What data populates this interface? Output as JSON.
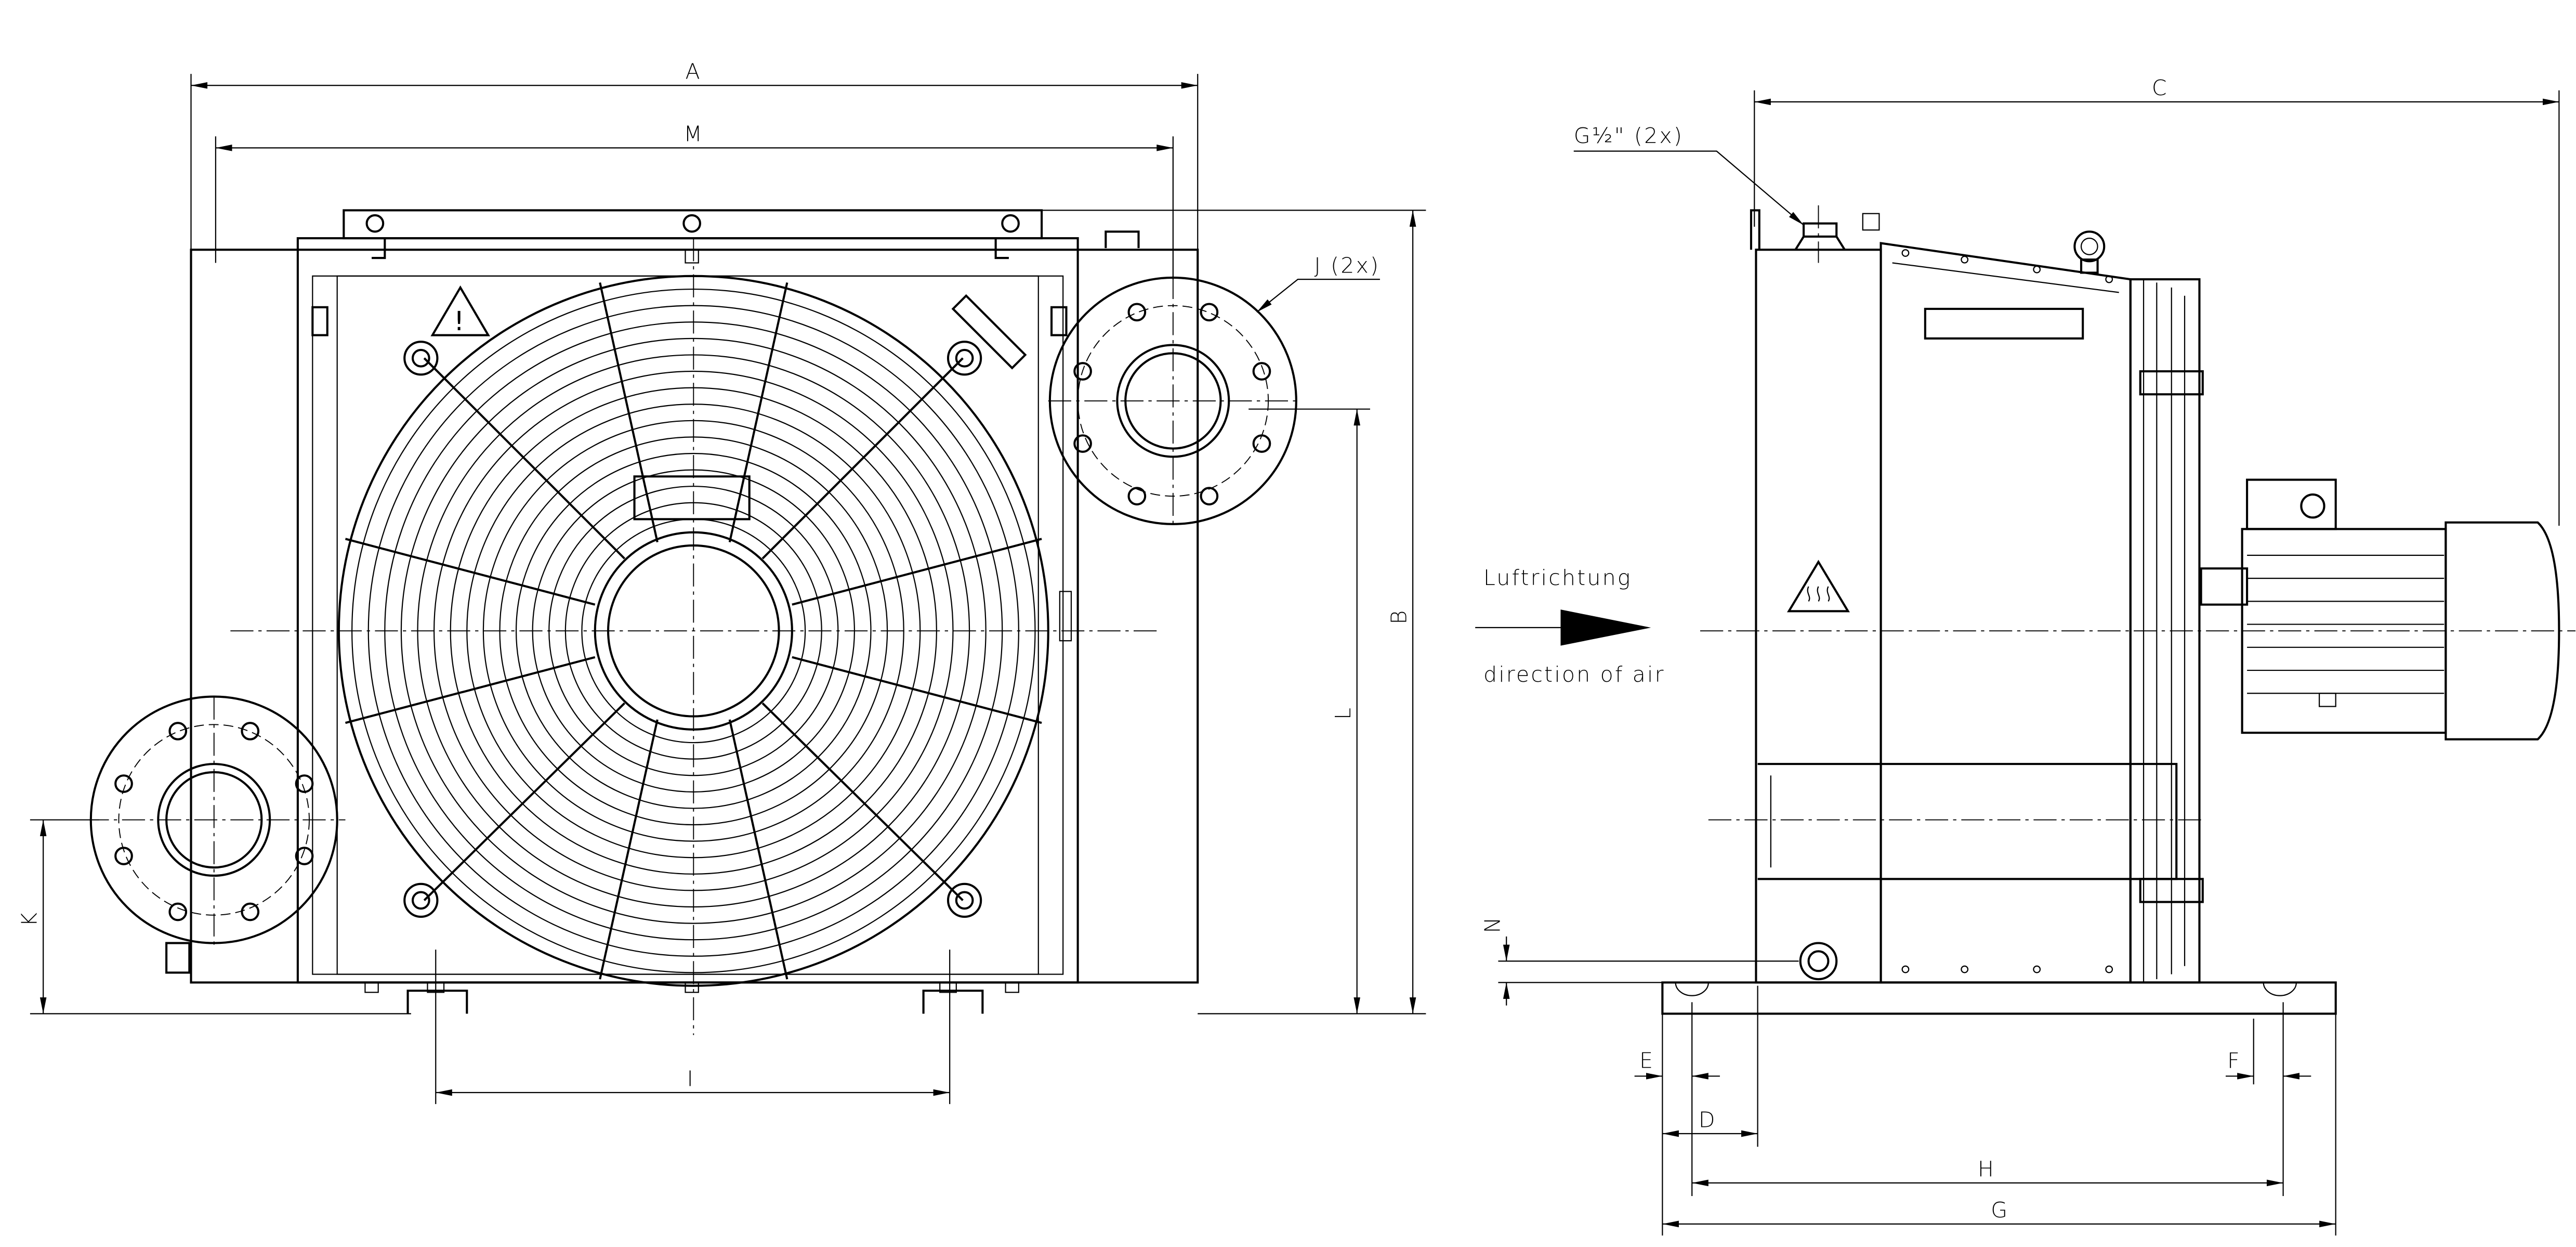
{
  "front_view": {
    "dimensions": {
      "A": "A",
      "M": "M",
      "B": "B",
      "L": "L",
      "K": "K",
      "I": "I"
    },
    "flange_callout": "J (2x)"
  },
  "side_view": {
    "dimensions": {
      "C": "C",
      "N": "N",
      "E": "E",
      "D": "D",
      "F": "F",
      "H": "H",
      "G": "G"
    },
    "port_callout": "G½\" (2x)",
    "airflow_label_de": "Luftrichtung",
    "airflow_label_en": "direction of air"
  },
  "colors": {
    "line": "#000000",
    "background": "#ffffff"
  }
}
